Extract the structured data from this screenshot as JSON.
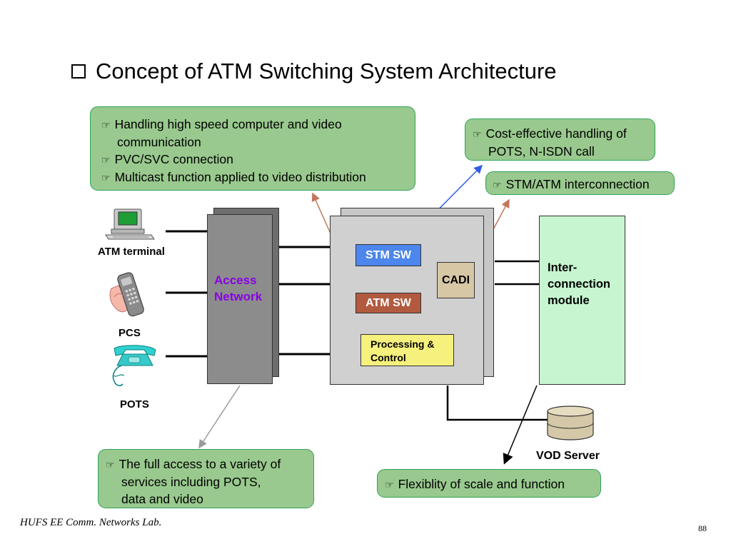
{
  "slide": {
    "title": "Concept of ATM Switching System Architecture",
    "footer": "HUFS  EE  Comm. Networks Lab.",
    "page_number": "88"
  },
  "notes": {
    "top_left": {
      "items": [
        "Handling high speed computer and video",
        "communication",
        "PVC/SVC connection",
        "Multicast function applied to video distribution"
      ]
    },
    "top_right": {
      "items": [
        "Cost-effective handling of",
        "POTS, N-ISDN call"
      ]
    },
    "right_mid": {
      "items": [
        "STM/ATM interconnection"
      ]
    },
    "bottom_left": {
      "items": [
        "The full access to a variety of",
        "services including POTS,",
        "data and video"
      ]
    },
    "bottom_mid": {
      "items": [
        "Flexiblity of scale and function"
      ]
    }
  },
  "devices": {
    "atm_terminal": "ATM terminal",
    "pcs": "PCS",
    "pots": "POTS",
    "vod_server": "VOD Server"
  },
  "blocks": {
    "access_network": [
      "Access",
      "Network"
    ],
    "stm_sw": "STM SW",
    "atm_sw": "ATM SW",
    "cadi": "CADI",
    "processing": [
      "Processing &",
      "Control"
    ],
    "interconnection": [
      "Inter-",
      "connection",
      "module"
    ]
  },
  "icons": {
    "bullet": "pointing-hand-icon",
    "terminal": "computer-terminal-icon",
    "cellphone": "mobile-phone-icon",
    "telephone": "telephone-icon",
    "database": "database-cylinder-icon",
    "title_marker": "square-bullet-icon"
  },
  "colors": {
    "note_fill": "#99c98e",
    "note_border": "#2fa35a",
    "access_network_text": "#8a00e6",
    "stm_sw_fill": "#4d86ec",
    "atm_sw_fill": "#b15a3f",
    "cadi_fill": "#d7c7a5",
    "processing_fill": "#f6f17d",
    "interconnection_fill": "#c6f5cf",
    "arrow_orange": "#c2765c",
    "arrow_blue": "#2f5ce6",
    "arrow_gray": "#9a9a9a"
  }
}
